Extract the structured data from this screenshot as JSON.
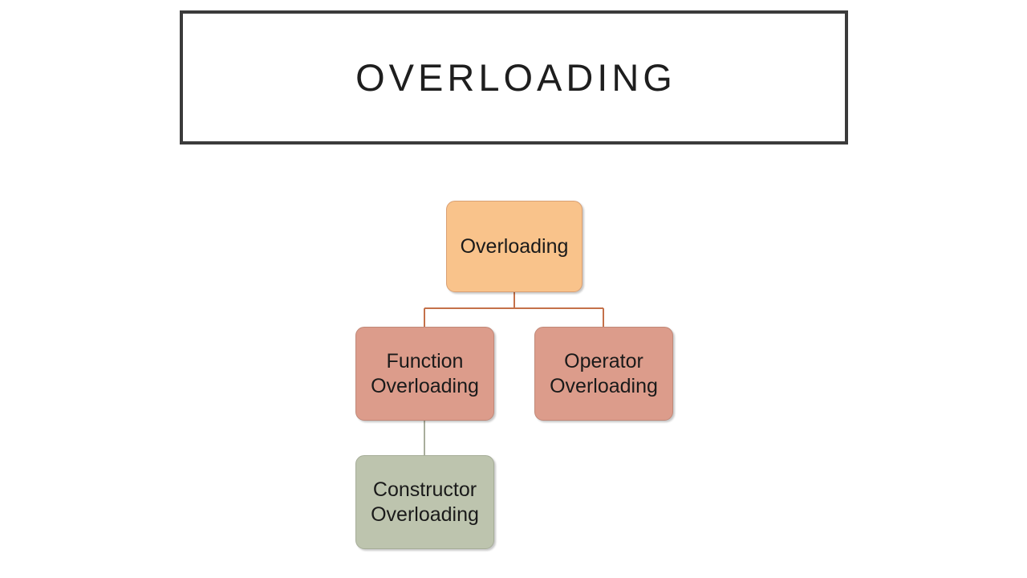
{
  "slide": {
    "background_color": "#ffffff"
  },
  "title_banner": {
    "text": "OVERLOADING",
    "border_color": "#3b3b3b",
    "text_color": "#1e1e1e"
  },
  "diagram": {
    "type": "tree",
    "nodes": [
      {
        "id": "root",
        "label": "Overloading",
        "level": 0,
        "fill": "#f9c38b",
        "border": "#d9a074"
      },
      {
        "id": "function",
        "label": "Function\nOverloading",
        "level": 1,
        "fill": "#dc9c8b",
        "border": "#c08878"
      },
      {
        "id": "operator",
        "label": "Operator\nOverloading",
        "level": 1,
        "fill": "#dc9c8b",
        "border": "#c08878"
      },
      {
        "id": "constructor",
        "label": "Constructor\nOverloading",
        "level": 2,
        "fill": "#bdc4ae",
        "border": "#a6ad98"
      }
    ],
    "edges": [
      {
        "from": "root",
        "to": "function",
        "color": "#c4714a"
      },
      {
        "from": "root",
        "to": "operator",
        "color": "#c4714a"
      },
      {
        "from": "function",
        "to": "constructor",
        "color": "#a9ad9c"
      }
    ]
  }
}
